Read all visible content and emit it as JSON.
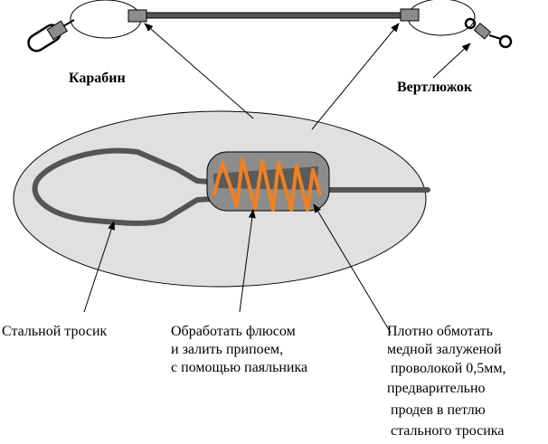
{
  "labels": {
    "carabiner": "Карабин",
    "swivel": "Вертлюжок",
    "steel_cable": "Стальной тросик",
    "solder_note": [
      "Обработать флюсом",
      "и залить припоем,",
      "с помощью паяльника"
    ],
    "wrap_note": [
      "Плотно обмотать",
      "медной залуженой",
      " проволокой 0,5мм,",
      "предварительно",
      " продев в петлю",
      " стального тросика"
    ]
  },
  "colors": {
    "background": "#ffffff",
    "ellipse_fill": "#e0e0e0",
    "cable": "#5a5a5a",
    "sleeve": "#8c8c8c",
    "copper_wire": "#f08022",
    "outline": "#000000"
  },
  "icons": {
    "carabiner": "carabiner-icon",
    "swivel": "swivel-icon"
  }
}
